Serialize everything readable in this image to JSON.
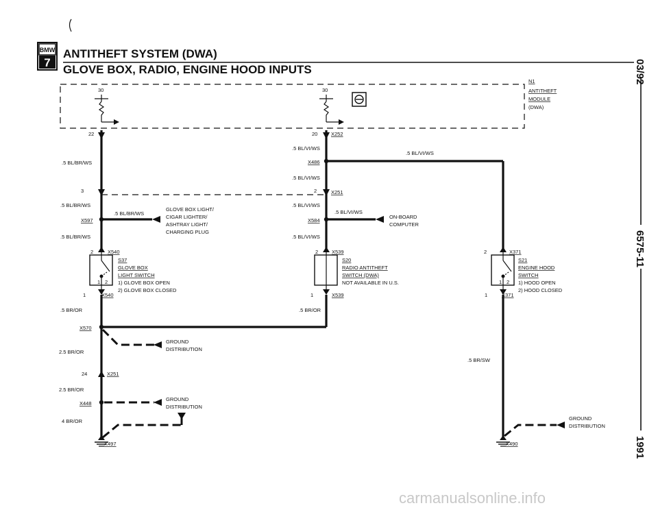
{
  "header": {
    "logo_top": "BMW",
    "logo_bottom": "7",
    "title": "ANTITHEFT SYSTEM (DWA)",
    "subtitle": "GLOVE BOX, RADIO, ENGINE HOOD INPUTS"
  },
  "module": {
    "id": "N1",
    "line1": "ANTITHEFT",
    "line2": "MODULE",
    "line3": "(DWA)",
    "pin_30_left": "30",
    "pin_30_right": "30",
    "pin_22": "22",
    "pin_20": "20",
    "connector_x252": "X252"
  },
  "labels": {
    "wire_bl_br_ws_1": ".5 BL/BR/WS",
    "pin_3": "3",
    "wire_bl_br_ws_2": ".5 BL/BR/WS",
    "x597": "X597",
    "wire_bl_br_ws_3": ".5 BL/BR/WS",
    "wire_bl_br_ws_4": ".5 BL/BR/WS",
    "glove_light_1": "GLOVE BOX LIGHT/",
    "glove_light_2": "CIGAR LIGHTER/",
    "glove_light_3": "ASHTRAY LIGHT/",
    "glove_light_4": "CHARGING PLUG",
    "wire_bl_vi_ws_1": ".5 BL/VI/WS",
    "x486": "X486",
    "wire_bl_vi_ws_2": ".5 BL/VI/WS",
    "wire_bl_vi_ws_top": ".5 BL/VI/WS",
    "pin_2_x251": "2",
    "x251_top": "X251",
    "wire_bl_vi_ws_3": ".5 BL/VI/WS",
    "wire_bl_vi_ws_4": ".5 BL/VI/WS",
    "x584": "X584",
    "wire_bl_vi_ws_5": ".5 BL/VI/WS",
    "obc_1": "ON-BOARD",
    "obc_2": "COMPUTER",
    "s37_pin2": "2",
    "s37_x540_top": "X540",
    "s37_id": "S37",
    "s37_l1": "GLOVE BOX",
    "s37_l2": "LIGHT SWITCH",
    "s37_l3": "1) GLOVE BOX OPEN",
    "s37_l4": "2) GLOVE BOX CLOSED",
    "s37_pin1": "1",
    "s37_x540_bot": "X540",
    "s37_n1": "1",
    "s37_n2": "2",
    "s20_pin2": "2",
    "s20_x539_top": "X539",
    "s20_id": "S20",
    "s20_l1": "RADIO ANTITHEFT",
    "s20_l2": "SWITCH (DWA)",
    "s20_l3": "NOT AVAILABLE IN U.S.",
    "s20_pin1": "1",
    "s20_x539_bot": "X539",
    "wire_br_or_1": ".5 BR/OR",
    "wire_br_or_2": ".5 BR/OR",
    "s21_pin2": "2",
    "s21_x371_top": "X371",
    "s21_id": "S21",
    "s21_l1": "ENGINE HOOD",
    "s21_l2": "SWITCH",
    "s21_l3": "1) HOOD OPEN",
    "s21_l4": "2) HOOD CLOSED",
    "s21_pin1": "1",
    "s21_x371_bot": "X371",
    "s21_n1": "1",
    "s21_n2": "2",
    "x570": "X570",
    "ground_1a": "GROUND",
    "ground_1b": "DISTRIBUTION",
    "wire_25_br_or_1": "2.5 BR/OR",
    "pin_24": "24",
    "x251_bot": "X251",
    "wire_25_br_or_2": "2.5 BR/OR",
    "x448": "X448",
    "ground_2a": "GROUND",
    "ground_2b": "DISTRIBUTION",
    "wire_4_br_or": "4 BR/OR",
    "x497": "X497",
    "wire_br_sw": ".5 BR/SW",
    "ground_3a": "GROUND",
    "ground_3b": "DISTRIBUTION",
    "x490": "X490"
  },
  "side": {
    "date": "03/92",
    "page": "6575-11",
    "year": "1991"
  },
  "watermark": "carmanualsonline.info"
}
